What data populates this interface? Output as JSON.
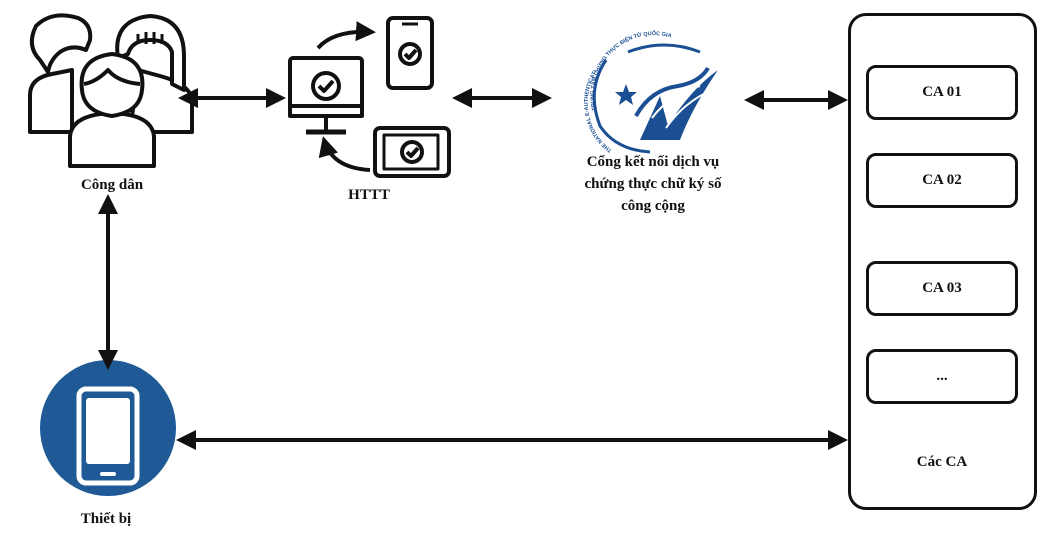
{
  "nodes": {
    "citizen_label": "Công dân",
    "httt_label": "HTTT",
    "gateway_label_lines": [
      "Cổng kết nối dịch vụ",
      "chứng thực chữ ký số",
      "công cộng"
    ],
    "device_label": "Thiết bị",
    "ca_group_label": "Các CA"
  },
  "ca_items": [
    "CA 01",
    "CA 02",
    "CA 03",
    "..."
  ],
  "logo": {
    "ring_text_top": "TRUNG TÂM CHỨNG THỰC ĐIỆN TỬ QUỐC GIA",
    "ring_text_side": "THE NATIONAL E-AUTHENTICATION CENTRE"
  },
  "colors": {
    "ink": "#111111",
    "logo_blue": "#1b4f93",
    "device_blue": "#1f5a96"
  }
}
